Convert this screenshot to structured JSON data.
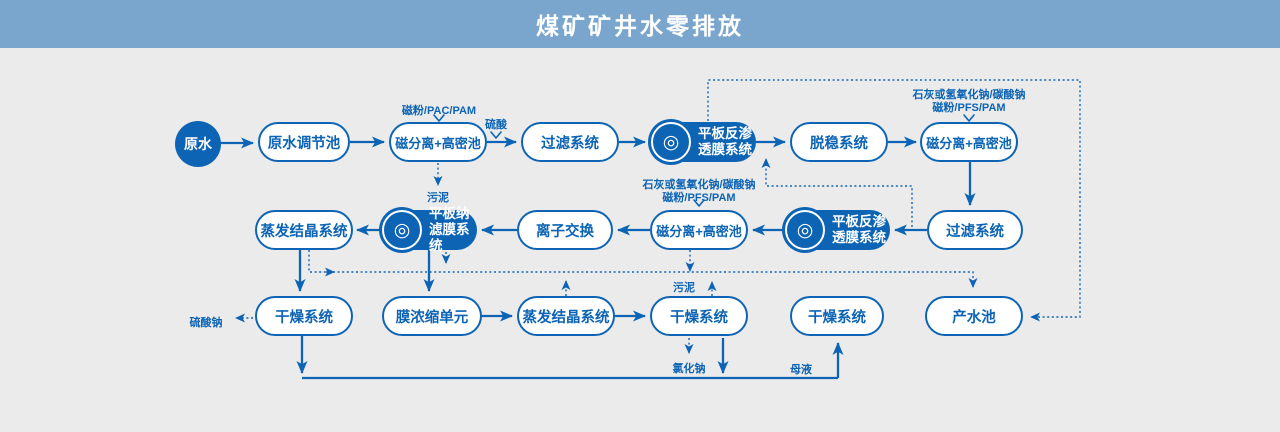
{
  "header": {
    "title": "煤矿矿井水零排放"
  },
  "diagram": {
    "nodes": {
      "raw_water": "原水",
      "raw_water_tank": "原水调节池",
      "magsep1": "磁分离+高密池",
      "filter1": "过滤系统",
      "fro1": "平板反渗透膜系统",
      "destab": "脱稳系统",
      "magsep2": "磁分离+高密池",
      "filter2": "过滤系统",
      "fro2": "平板反渗透膜系统",
      "magsep3": "磁分离+高密池",
      "ion_exchange": "离子交换",
      "fnf": "平板纳滤膜系统",
      "evap1": "蒸发结晶系统",
      "dry1": "干燥系统",
      "mem_conc": "膜浓缩单元",
      "evap2": "蒸发结晶系统",
      "dry2": "干燥系统",
      "dry3": "干燥系统",
      "product_pool": "产水池"
    },
    "labels": {
      "pac_pam": "磁粉/PAC/PAM",
      "sulfuric_acid": "硫酸",
      "sludge1": "污泥",
      "lime1": {
        "line1": "石灰或氢氧化钠/碳酸钠",
        "line2": "磁粉/PFS/PAM"
      },
      "lime2": {
        "line1": "石灰或氢氧化钠/碳酸钠",
        "line2": "磁粉/PFS/PAM"
      },
      "sludge2": "污泥",
      "sodium_sulfate": "硫酸钠",
      "sodium_chloride": "氯化钠",
      "mother_liquor": "母液"
    },
    "icons": {
      "membrane": "◎"
    },
    "colors": {
      "accent": "#0d64b5",
      "header_bg": "#7aa6cd",
      "canvas_bg": "#ebebeb",
      "node_fill": "#ffffff"
    }
  }
}
